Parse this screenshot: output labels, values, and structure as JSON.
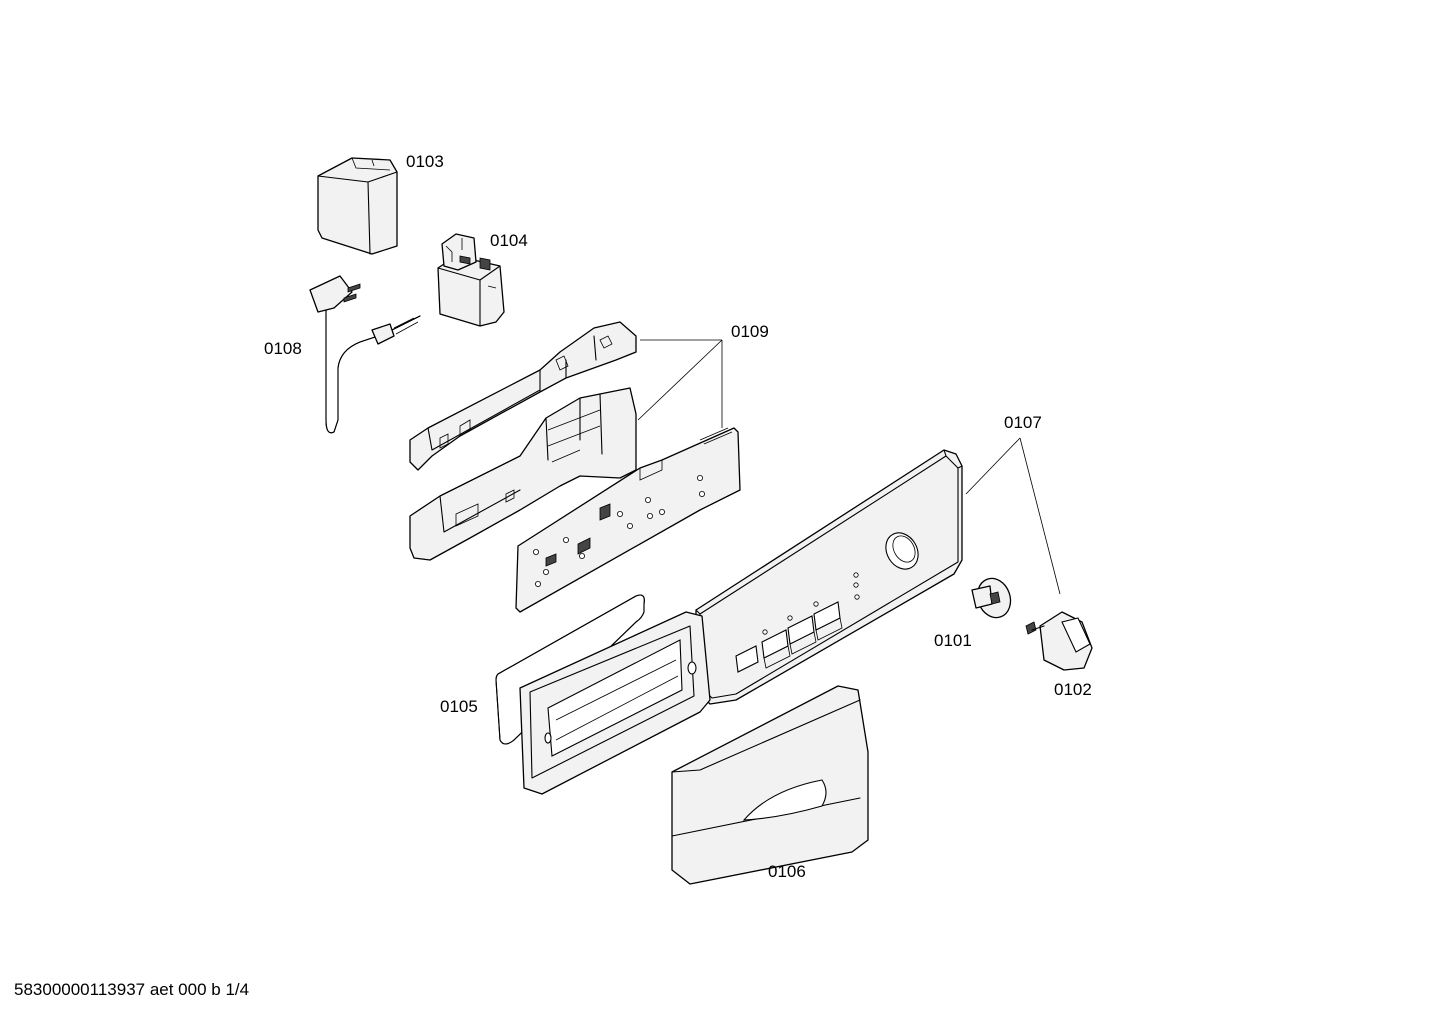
{
  "labels": {
    "p0101": "0101",
    "p0102": "0102",
    "p0103": "0103",
    "p0104": "0104",
    "p0105": "0105",
    "p0106": "0106",
    "p0107": "0107",
    "p0108": "0108",
    "p0109": "0109"
  },
  "footer": "58300000113937 aet 000 b 1/4"
}
